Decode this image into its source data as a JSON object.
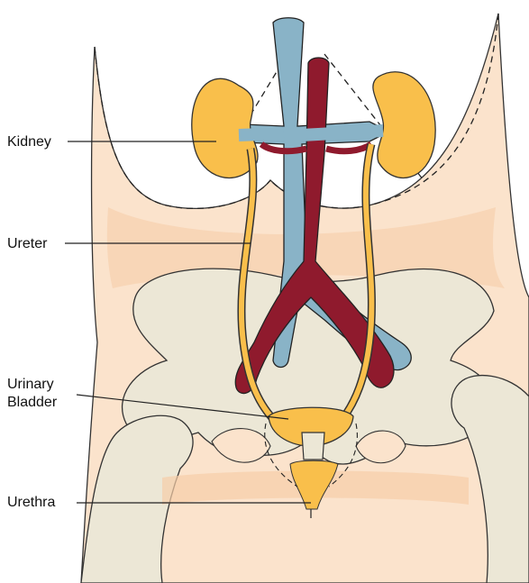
{
  "labels": {
    "kidney": "Kidney",
    "ureter": "Ureter",
    "bladder_line1": "Urinary",
    "bladder_line2": "Bladder",
    "urethra": "Urethra"
  },
  "colors": {
    "skin": "#fbe3cc",
    "skin_shade": "#f6cda8",
    "bone": "#ece7d6",
    "bone_outline": "#333333",
    "kidney": "#f9bf4b",
    "vein": "#89b3c7",
    "artery": "#8f1a2d",
    "leader_line": "#222222"
  }
}
